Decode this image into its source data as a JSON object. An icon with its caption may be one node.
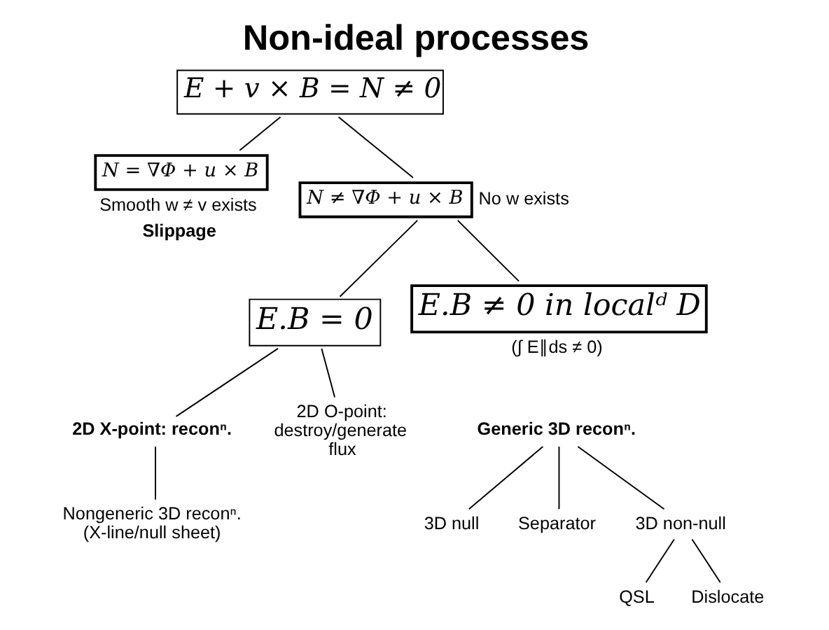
{
  "diagram": {
    "title": "Non-ideal processes",
    "nodes": [
      {
        "text": [
          "E + v × B = N ≠ 0"
        ]
      },
      {
        "text": [
          "N = ∇Φ + u × B"
        ],
        "beside": [
          "Smooth w ≠ v exists",
          "Slippage"
        ]
      },
      {
        "text": [
          "N ≠ ∇Φ + u × B"
        ],
        "beside": [
          "No w exists"
        ]
      },
      {
        "text": [
          "E.B = 0"
        ]
      },
      {
        "text": [
          "E.B ≠ 0 in localᵈ D"
        ],
        "beside": [
          "(∫ E∥ds ≠ 0)"
        ]
      },
      {
        "text": [
          "2D X-point: reconⁿ."
        ]
      },
      {
        "text": [
          "2D O-point: destroy/generate flux"
        ]
      },
      {
        "text": [
          "Nongeneric 3D reconⁿ.",
          "(X-line/null sheet)"
        ]
      },
      {
        "text": [
          "Generic 3D reconⁿ."
        ]
      },
      {
        "text": [
          "3D null"
        ]
      },
      {
        "text": [
          "Separator"
        ]
      },
      {
        "text": [
          "3D non-null"
        ]
      },
      {
        "text": [
          "QSL"
        ]
      },
      {
        "text": [
          "Dislocate"
        ]
      }
    ],
    "edges": [
      {
        "from": 0,
        "to": 1,
        "arrow": "none"
      },
      {
        "from": 0,
        "to": 2,
        "arrow": "none"
      },
      {
        "from": 2,
        "to": 3,
        "arrow": "none"
      },
      {
        "from": 2,
        "to": 4,
        "arrow": "none"
      },
      {
        "from": 3,
        "to": 5,
        "arrow": "none"
      },
      {
        "from": 3,
        "to": 6,
        "arrow": "none"
      },
      {
        "from": 5,
        "to": 7,
        "arrow": "none"
      },
      {
        "from": 8,
        "to": 9,
        "arrow": "none"
      },
      {
        "from": 8,
        "to": 10,
        "arrow": "none"
      },
      {
        "from": 8,
        "to": 11,
        "arrow": "none"
      },
      {
        "from": 11,
        "to": 12,
        "arrow": "none"
      },
      {
        "from": 11,
        "to": 13,
        "arrow": "none"
      }
    ]
  }
}
